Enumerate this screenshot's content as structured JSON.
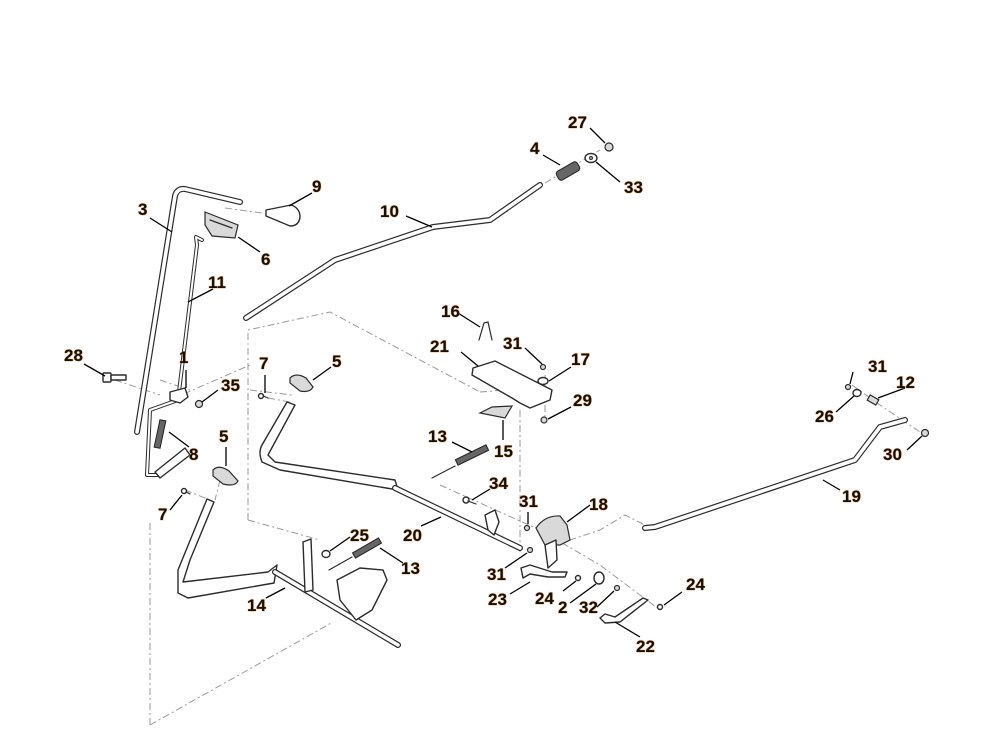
{
  "diagram": {
    "type": "exploded-parts-diagram",
    "callouts": [
      {
        "id": "c1",
        "label": "1"
      },
      {
        "id": "c2",
        "label": "2"
      },
      {
        "id": "c3",
        "label": "3"
      },
      {
        "id": "c4",
        "label": "4"
      },
      {
        "id": "c5a",
        "label": "5"
      },
      {
        "id": "c5b",
        "label": "5"
      },
      {
        "id": "c6",
        "label": "6"
      },
      {
        "id": "c7a",
        "label": "7"
      },
      {
        "id": "c7b",
        "label": "7"
      },
      {
        "id": "c8",
        "label": "8"
      },
      {
        "id": "c9",
        "label": "9"
      },
      {
        "id": "c10",
        "label": "10"
      },
      {
        "id": "c11",
        "label": "11"
      },
      {
        "id": "c12",
        "label": "12"
      },
      {
        "id": "c13a",
        "label": "13"
      },
      {
        "id": "c13b",
        "label": "13"
      },
      {
        "id": "c14",
        "label": "14"
      },
      {
        "id": "c15",
        "label": "15"
      },
      {
        "id": "c16",
        "label": "16"
      },
      {
        "id": "c17",
        "label": "17"
      },
      {
        "id": "c18",
        "label": "18"
      },
      {
        "id": "c19",
        "label": "19"
      },
      {
        "id": "c20",
        "label": "20"
      },
      {
        "id": "c21",
        "label": "21"
      },
      {
        "id": "c22",
        "label": "22"
      },
      {
        "id": "c23",
        "label": "23"
      },
      {
        "id": "c24a",
        "label": "24"
      },
      {
        "id": "c24b",
        "label": "24"
      },
      {
        "id": "c25",
        "label": "25"
      },
      {
        "id": "c26",
        "label": "26"
      },
      {
        "id": "c27",
        "label": "27"
      },
      {
        "id": "c28",
        "label": "28"
      },
      {
        "id": "c29",
        "label": "29"
      },
      {
        "id": "c30",
        "label": "30"
      },
      {
        "id": "c31a",
        "label": "31"
      },
      {
        "id": "c31b",
        "label": "31"
      },
      {
        "id": "c31c",
        "label": "31"
      },
      {
        "id": "c31d",
        "label": "31"
      },
      {
        "id": "c32",
        "label": "32"
      },
      {
        "id": "c33",
        "label": "33"
      },
      {
        "id": "c34",
        "label": "34"
      },
      {
        "id": "c35",
        "label": "35"
      }
    ]
  }
}
